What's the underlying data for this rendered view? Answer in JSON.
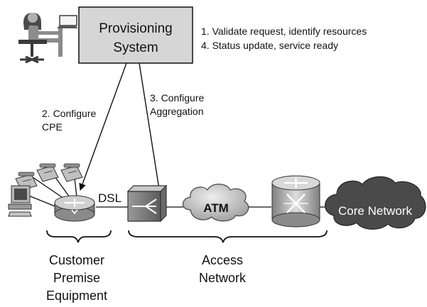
{
  "provisioning": {
    "line1": "Provisioning",
    "line2": "System"
  },
  "steps": {
    "step1": "1. Validate request, identify resources",
    "step4": "4. Status update, service ready",
    "step2_line1": "2. Configure",
    "step2_line2": "CPE",
    "step3_line1": "3. Configure",
    "step3_line2": "Aggregation"
  },
  "links": {
    "dsl": "DSL"
  },
  "nodes": {
    "atm": "ATM",
    "core": "Core Network"
  },
  "groups": {
    "customer_line1": "Customer",
    "customer_line2": "Premise",
    "customer_line3": "Equipment",
    "access_line1": "Access",
    "access_line2": "Network"
  },
  "colors": {
    "provisioning_fill": "#d6d6d6",
    "atm_cloud": "#c4c4c4",
    "core_cloud": "#4a4a4a",
    "device_gray": "#9a9a9a"
  },
  "icons": {
    "operator": "person-at-laptop-icon",
    "phones": "ip-phone-icon",
    "pc": "desktop-computer-icon",
    "cpe": "router-icon",
    "aggregation": "dslam-icon",
    "atm_cloud": "cloud-icon",
    "core_switch": "atm-switch-icon",
    "core_cloud": "cloud-icon"
  }
}
